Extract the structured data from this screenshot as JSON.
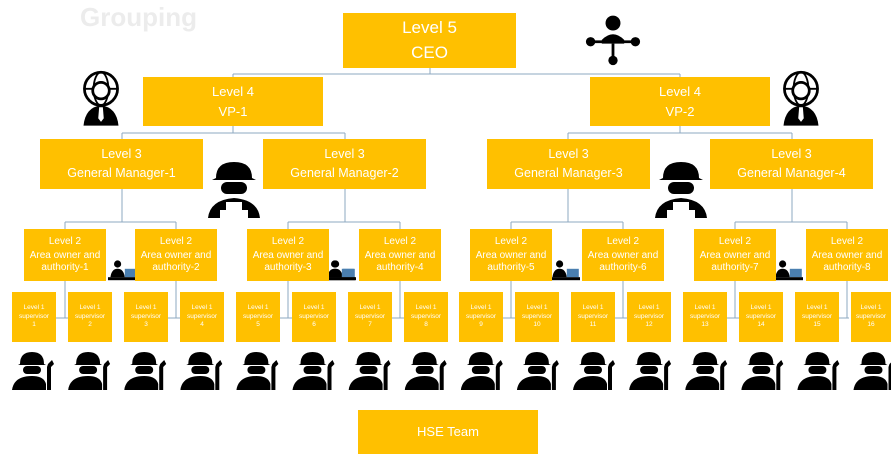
{
  "watermark": "Grouping",
  "colors": {
    "box_fill": "#FFC000",
    "box_text": "#FFFFFF",
    "connector": "#8EA9C1",
    "icon": "#000000"
  },
  "level5": {
    "level": "Level 5",
    "title": "CEO",
    "icon": "network-person-icon"
  },
  "level4": [
    {
      "level": "Level 4",
      "title": "VP-1",
      "icon": "globe-person-icon"
    },
    {
      "level": "Level 4",
      "title": "VP-2",
      "icon": "globe-person-icon"
    }
  ],
  "level3": [
    {
      "level": "Level 3",
      "title": "General Manager-1"
    },
    {
      "level": "Level 3",
      "title": "General Manager-2"
    },
    {
      "level": "Level 3",
      "title": "General Manager-3"
    },
    {
      "level": "Level 3",
      "title": "General Manager-4"
    }
  ],
  "level3_icon": "hardhat-worker-icon",
  "level2": [
    {
      "level": "Level 2",
      "title": "Area owner and authority-1"
    },
    {
      "level": "Level 2",
      "title": "Area owner and authority-2"
    },
    {
      "level": "Level 2",
      "title": "Area owner and authority-3"
    },
    {
      "level": "Level 2",
      "title": "Area owner and authority-4"
    },
    {
      "level": "Level 2",
      "title": "Area owner and authority-5"
    },
    {
      "level": "Level 2",
      "title": "Area owner and authority-6"
    },
    {
      "level": "Level 2",
      "title": "Area owner and authority-7"
    },
    {
      "level": "Level 2",
      "title": "Area owner and authority-8"
    }
  ],
  "level2_icon": "desk-worker-icon",
  "level1": [
    {
      "level": "Level 1",
      "title": "supervisor",
      "num": "1"
    },
    {
      "level": "Level 1",
      "title": "supervisor",
      "num": "2"
    },
    {
      "level": "Level 1",
      "title": "supervisor",
      "num": "3"
    },
    {
      "level": "Level 1",
      "title": "supervisor",
      "num": "4"
    },
    {
      "level": "Level 1",
      "title": "supervisor",
      "num": "5"
    },
    {
      "level": "Level 1",
      "title": "supervisor",
      "num": "6"
    },
    {
      "level": "Level 1",
      "title": "supervisor",
      "num": "7"
    },
    {
      "level": "Level 1",
      "title": "supervisor",
      "num": "8"
    },
    {
      "level": "Level 1",
      "title": "supervisor",
      "num": "9"
    },
    {
      "level": "Level 1",
      "title": "supervisor",
      "num": "10"
    },
    {
      "level": "Level 1",
      "title": "supervisor",
      "num": "11"
    },
    {
      "level": "Level 1",
      "title": "supervisor",
      "num": "12"
    },
    {
      "level": "Level 1",
      "title": "supervisor",
      "num": "13"
    },
    {
      "level": "Level 1",
      "title": "supervisor",
      "num": "14"
    },
    {
      "level": "Level 1",
      "title": "supervisor",
      "num": "15"
    },
    {
      "level": "Level 1",
      "title": "supervisor",
      "num": "16"
    }
  ],
  "worker_icon": "mechanic-wrench-icon",
  "worker_count": 16,
  "hse": {
    "title": "HSE Team"
  }
}
